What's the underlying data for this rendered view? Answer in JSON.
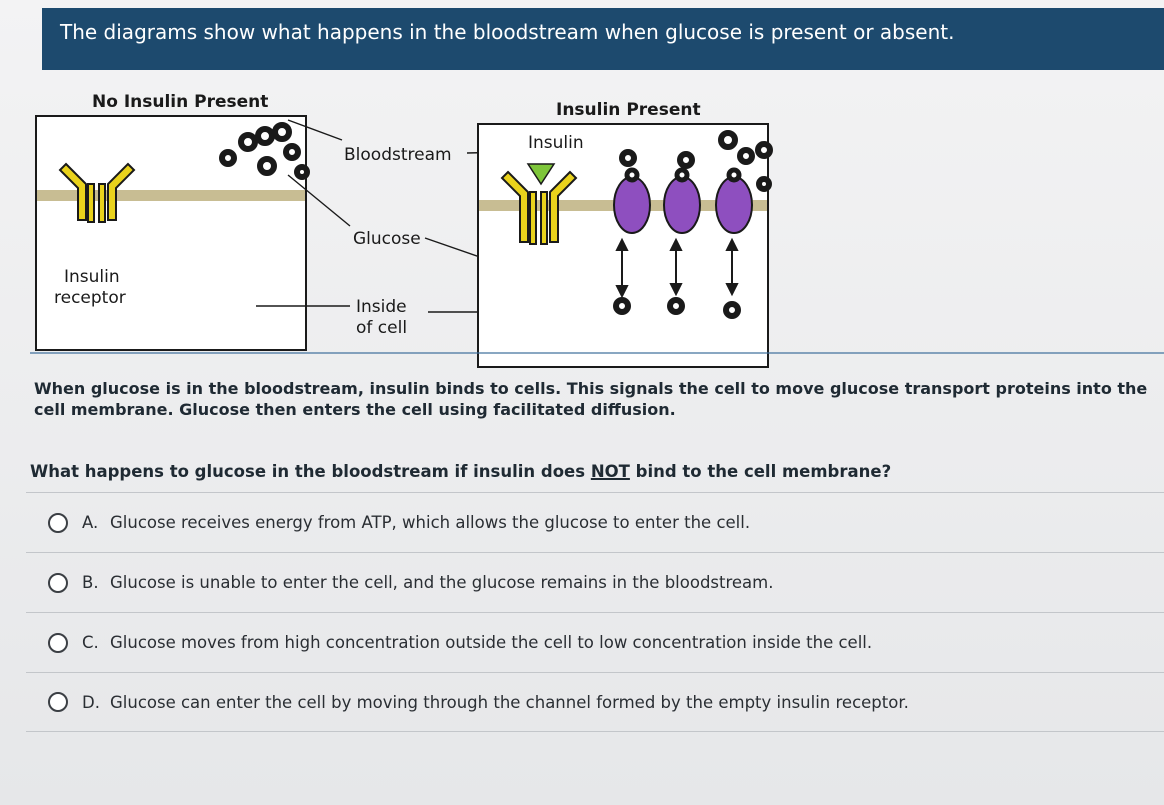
{
  "header": {
    "title": "The diagrams show what happens in the bloodstream when glucose is present or absent."
  },
  "diagram": {
    "left_title": "No Insulin Present",
    "right_title": "Insulin Present",
    "labels": {
      "bloodstream": "Bloodstream",
      "glucose": "Glucose",
      "inside_line1": "Inside",
      "inside_line2": "of cell",
      "insulin": "Insulin",
      "receptor_line1": "Insulin",
      "receptor_line2": "receptor"
    },
    "colors": {
      "membrane": "#c8bd93",
      "receptor": "#e9d21c",
      "protein": "#8e4fbf",
      "insulin_marker": "#7ec63a"
    }
  },
  "stem": {
    "paragraph": "When glucose is in the bloodstream, insulin binds to cells. This signals the cell to move glucose transport proteins into the cell membrane. Glucose then enters the cell using facilitated diffusion."
  },
  "question": {
    "prefix": "What happens to glucose in the bloodstream if insulin does ",
    "emphasis": "NOT",
    "suffix": " bind to the cell membrane?"
  },
  "choices": [
    {
      "letter": "A.",
      "text": "Glucose receives energy from ATP, which allows the glucose to enter the cell."
    },
    {
      "letter": "B.",
      "text": "Glucose is unable to enter the cell, and the glucose remains in the bloodstream."
    },
    {
      "letter": "C.",
      "text": "Glucose moves from high concentration outside the cell to low concentration inside the cell."
    },
    {
      "letter": "D.",
      "text": "Glucose can enter the cell by moving through the channel formed by the empty insulin receptor."
    }
  ]
}
